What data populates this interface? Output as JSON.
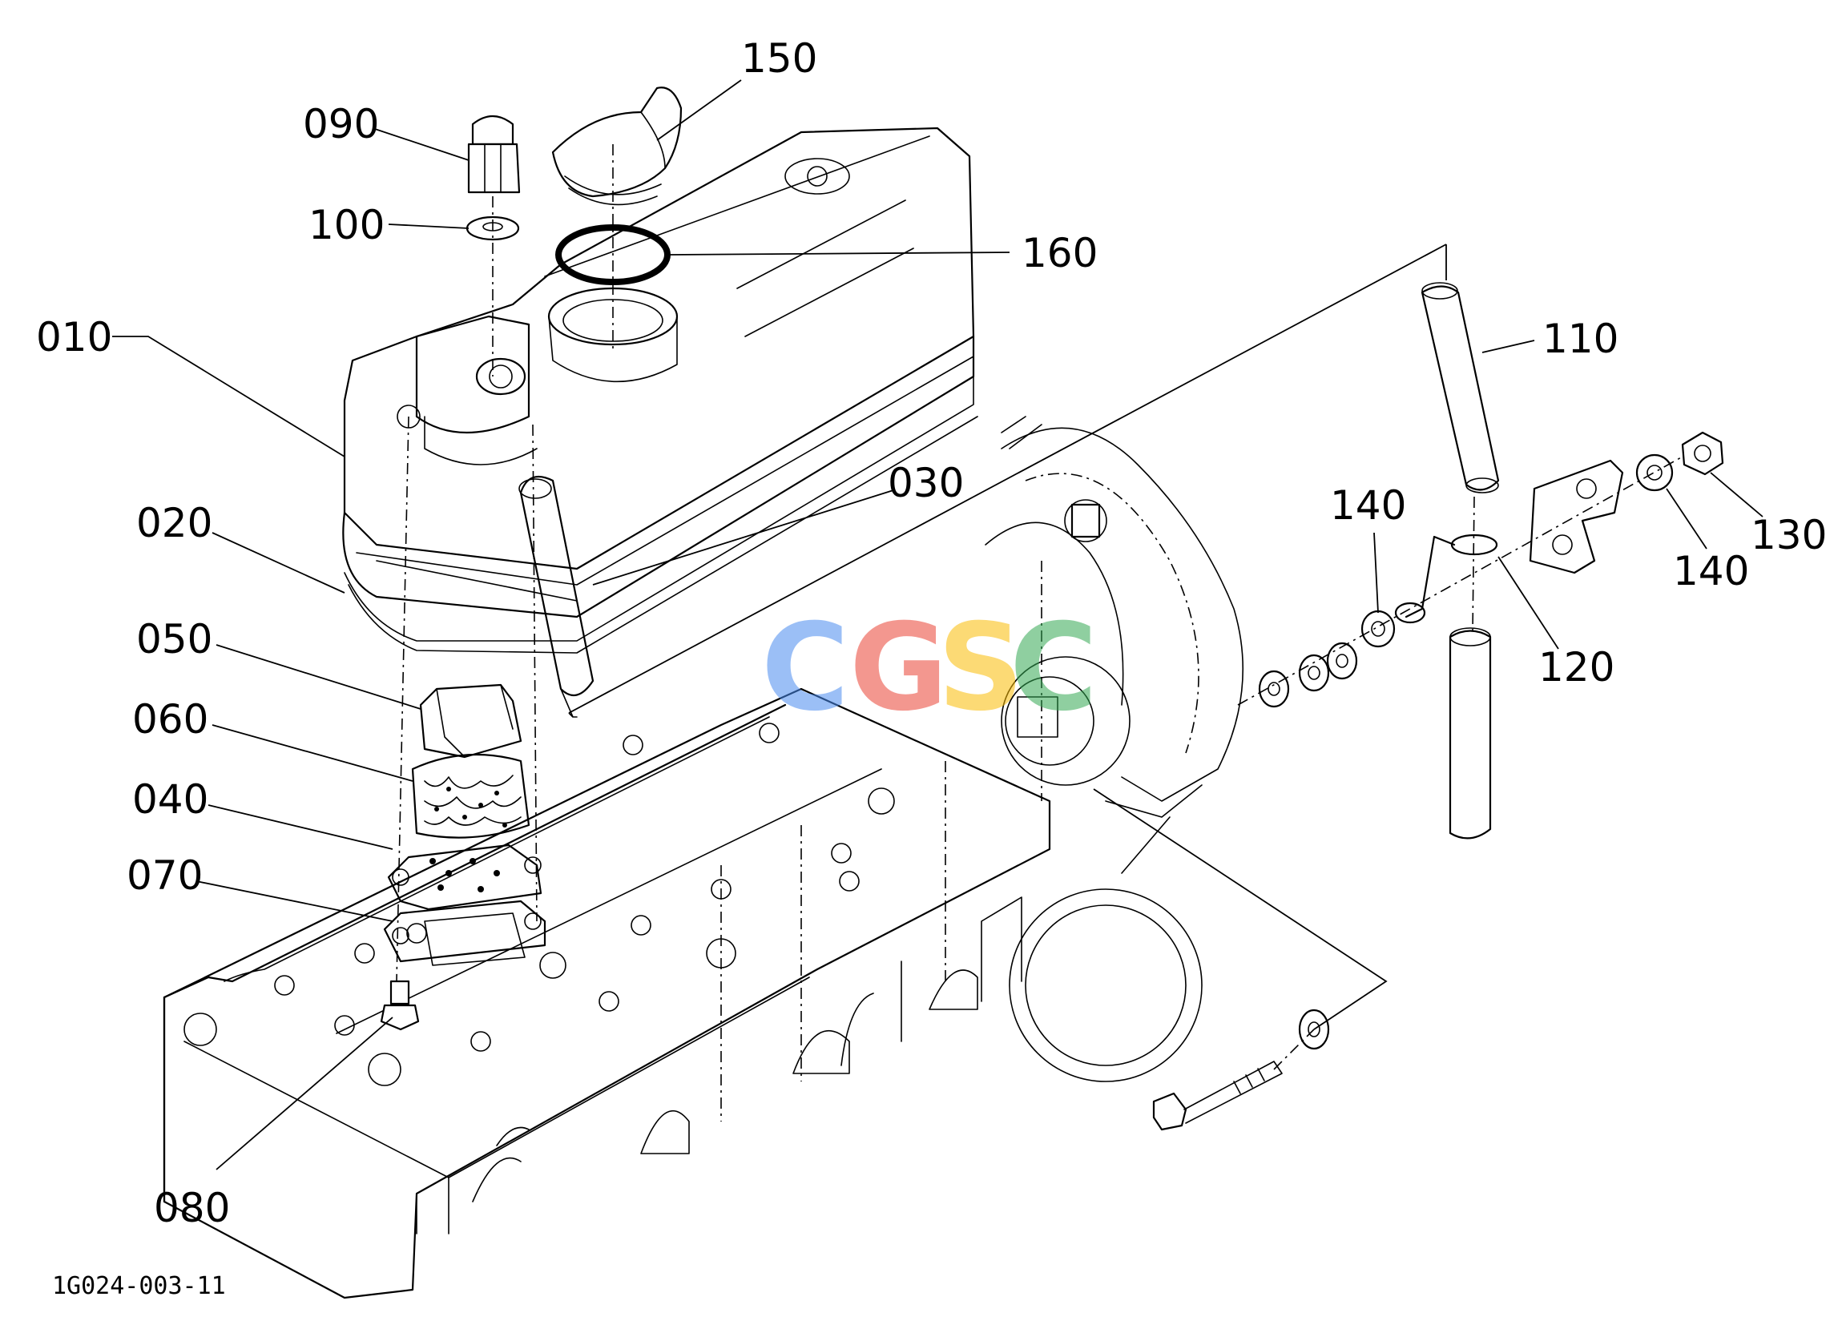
{
  "diagram_code": "1G024-003-11",
  "watermark": {
    "letters": [
      "C",
      "G",
      "S",
      "C"
    ],
    "colors": [
      "#4a8cf0",
      "#ea4335",
      "#fbbc05",
      "#34a853"
    ]
  },
  "callouts": [
    {
      "id": "010",
      "label": "010"
    },
    {
      "id": "020",
      "label": "020"
    },
    {
      "id": "030",
      "label": "030"
    },
    {
      "id": "040",
      "label": "040"
    },
    {
      "id": "050",
      "label": "050"
    },
    {
      "id": "060",
      "label": "060"
    },
    {
      "id": "070",
      "label": "070"
    },
    {
      "id": "080",
      "label": "080"
    },
    {
      "id": "090",
      "label": "090"
    },
    {
      "id": "100",
      "label": "100"
    },
    {
      "id": "110",
      "label": "110"
    },
    {
      "id": "120",
      "label": "120"
    },
    {
      "id": "130",
      "label": "130"
    },
    {
      "id": "140a",
      "label": "140"
    },
    {
      "id": "140b",
      "label": "140"
    },
    {
      "id": "150",
      "label": "150"
    },
    {
      "id": "160",
      "label": "160"
    }
  ]
}
